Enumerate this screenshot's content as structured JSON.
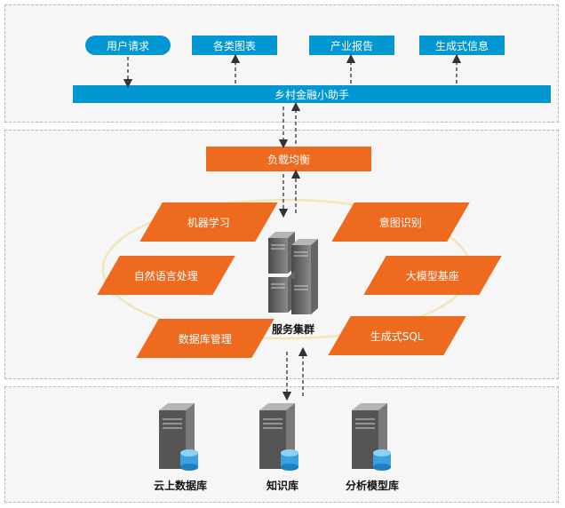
{
  "top": {
    "buttons": [
      {
        "label": "用户请求"
      },
      {
        "label": "各类图表"
      },
      {
        "label": "产业报告"
      },
      {
        "label": "生成式信息"
      }
    ],
    "bar_label": "乡村金融小助手"
  },
  "middle": {
    "load_balancer": "负载均衡",
    "modules": [
      {
        "label": "机器学习"
      },
      {
        "label": "意图识别"
      },
      {
        "label": "自然语言处理"
      },
      {
        "label": "大模型基座"
      },
      {
        "label": "数据库管理"
      },
      {
        "label": "生成式SQL"
      }
    ],
    "cluster_label": "服务集群"
  },
  "bottom": {
    "databases": [
      {
        "label": "云上数据库"
      },
      {
        "label": "知识库"
      },
      {
        "label": "分析模型库"
      }
    ]
  },
  "colors": {
    "blue": "#0097d3",
    "orange": "#ee6a1f",
    "ellipse": "#f0e6b8"
  }
}
